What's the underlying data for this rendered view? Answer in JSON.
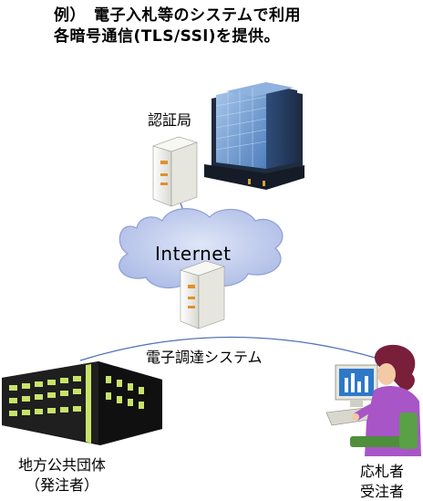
{
  "caption": {
    "line1": "例）　電子入札等のシステムで利用",
    "line2": "各暗号通信(TLS/SSl)を提供。"
  },
  "nodes": {
    "certificate_authority": "認証局",
    "internet": "Internet",
    "e_procurement_system": "電子調達システム",
    "government_line1": "地方公共団体",
    "government_line2": "（発注者）",
    "bidder_line1": "応札者",
    "bidder_line2": "受注者"
  },
  "colors": {
    "cloud_fill": "#b8c6ea",
    "cloud_stroke": "#8d9fd6",
    "server_body": "#f2f2ee",
    "server_accent": "#e0902a",
    "connector": "#4a6fb5",
    "building_glass": "#6f9fd2",
    "office_window": "#c9e36a"
  }
}
